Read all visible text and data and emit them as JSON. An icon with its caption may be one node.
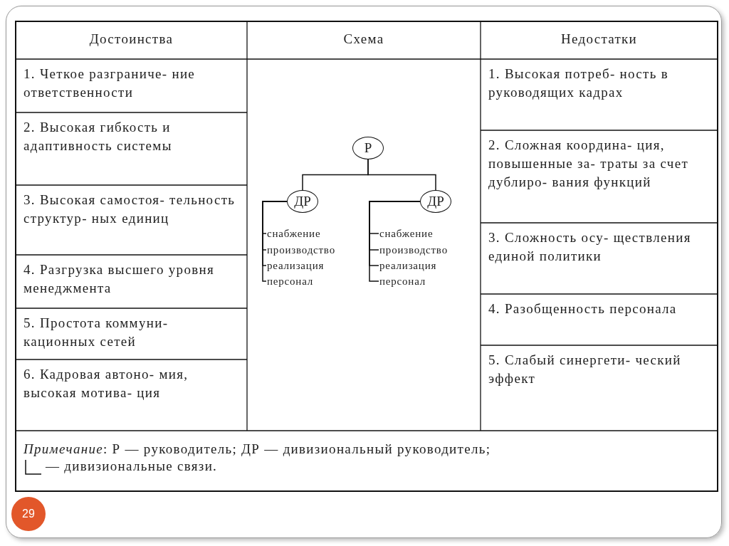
{
  "diagram": {
    "nodes": [
      {
        "text": [
          "Р"
        ]
      },
      {
        "text": [
          "ДР"
        ]
      },
      {
        "text": [
          "ДР"
        ]
      },
      {
        "text": [
          "снабжение"
        ]
      },
      {
        "text": [
          "производство"
        ]
      },
      {
        "text": [
          "реализация"
        ]
      },
      {
        "text": [
          "персонал"
        ]
      },
      {
        "text": [
          "снабжение"
        ]
      },
      {
        "text": [
          "производство"
        ]
      },
      {
        "text": [
          "реализация"
        ]
      },
      {
        "text": [
          "персонал"
        ]
      }
    ],
    "edges": [
      {
        "from": 0,
        "to": 1,
        "arrow": "none"
      },
      {
        "from": 0,
        "to": 2,
        "arrow": "none"
      },
      {
        "from": 1,
        "to": 3,
        "arrow": "none"
      },
      {
        "from": 1,
        "to": 4,
        "arrow": "none"
      },
      {
        "from": 1,
        "to": 5,
        "arrow": "none"
      },
      {
        "from": 1,
        "to": 6,
        "arrow": "none"
      },
      {
        "from": 2,
        "to": 7,
        "arrow": "none"
      },
      {
        "from": 2,
        "to": 8,
        "arrow": "none"
      },
      {
        "from": 2,
        "to": 9,
        "arrow": "none"
      },
      {
        "from": 2,
        "to": 10,
        "arrow": "none"
      }
    ],
    "labels": [
      "Достоинства",
      "Схема",
      "Недостатки",
      "1. Четкое разграниче- ние ответственности",
      "2. Высокая гибкость и адаптивность системы",
      "3. Высокая самостоя- тельность структур- ных единиц",
      "4. Разгрузка высшего уровня менеджмента",
      "5. Простота коммуни- кационных сетей",
      "6. Кадровая автоно- мия, высокая мотива- ция",
      "1. Высокая потреб- ность в руководящих кадрах",
      "2. Сложная координа- ция, повышенные за- траты за счет дублиро- вания функций",
      "3. Сложность осу- ществления единой политики",
      "4. Разобщенность персонала",
      "5. Слабый синергети- ческий эффект",
      "*Примечание*: Р — руководитель; ДР — дивизиональный руководитель;",
      "29"
    ],
    "legend": [
      {
        "text": "— дивизиональные связи."
      }
    ]
  }
}
